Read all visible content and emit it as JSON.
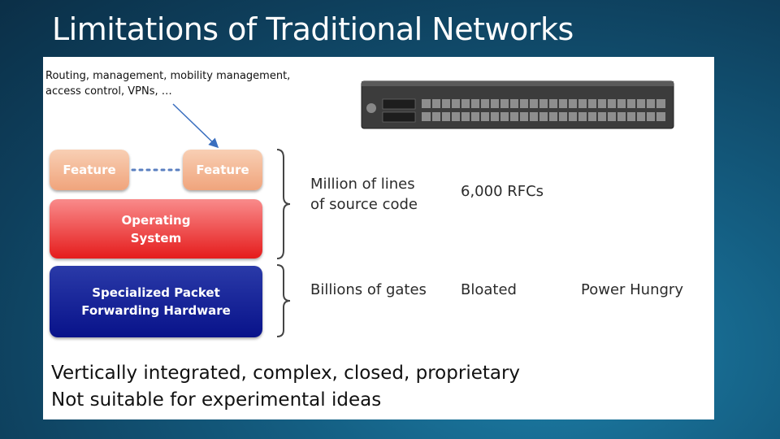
{
  "title": "Limitations of  Traditional Networks",
  "note": "Routing, management, mobility management, access control, VPNs, …",
  "features": [
    "Feature",
    "Feature"
  ],
  "operating_system": "Operating\nSystem",
  "hardware": "Specialized Packet\nForwarding Hardware",
  "software_side": {
    "code_size": "Million of lines\nof source code",
    "rfcs": "6,000 RFCs"
  },
  "hardware_side": {
    "gates": "Billions of gates",
    "bloated": "Bloated",
    "power": "Power Hungry"
  },
  "summary": [
    "Vertically integrated, complex, closed, proprietary",
    "Not suitable for experimental ideas"
  ]
}
